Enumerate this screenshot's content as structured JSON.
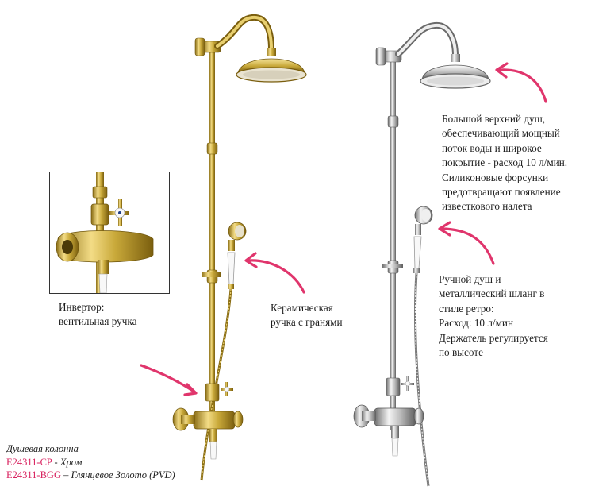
{
  "notes": {
    "diverter": "Инвертор:\nвентильная ручка",
    "ceramic_handle": "Керамическая\nручка с гранями",
    "big_head": "Большой верхний душ,\nобеспечивающий мощный\nпоток воды и широкое\nпокрытие - расход 10 л/мин.\nСиликоновые форсунки\nпредотвращают появление\nизвесткового налета",
    "hand_shower": "Ручной душ и\nметаллический шланг в\nстиле ретро:\nРасход: 10 л/мин\nДержатель регулируется\nпо высоте"
  },
  "caption": {
    "title": "Душевая колонна",
    "line1_code": "E24311-CP",
    "line1_sep": " - ",
    "line1_finish": "Хром",
    "line2_code": "E24311-BGG",
    "line2_sep": " – ",
    "line2_finish": "Глянцевое Золото (PVD)"
  },
  "colors": {
    "gold": "#c9a93a",
    "gold_dark": "#8a6d14",
    "chrome": "#c8c8c8",
    "chrome_dark": "#6e6e6e",
    "arrow": "#e0356c",
    "accent_text": "#d8205e"
  }
}
